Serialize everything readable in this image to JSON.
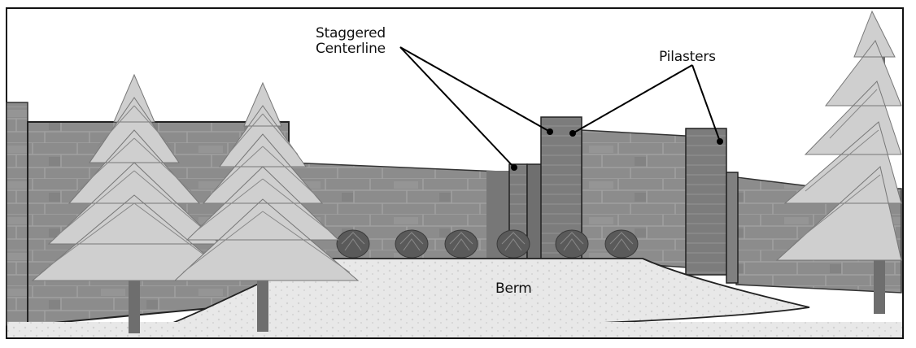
{
  "labels": {
    "staggered_line1": "Staggered",
    "staggered_line2": "Centerline",
    "pilasters": "Pilasters",
    "berm": "Berm"
  },
  "colors": {
    "frame": "#111111",
    "wall": "#8c8c8c",
    "wall_dark": "#6f6f6f",
    "stone_line": "#9a9a9a",
    "pilaster": "#7a7a7a",
    "berm": "#e6e6e6",
    "tree_foliage": "#c8c8c8",
    "trunk": "#6e6e6e",
    "shrub": "#5a5a5a"
  },
  "icons": [
    "tree-icon",
    "shrub-icon"
  ]
}
